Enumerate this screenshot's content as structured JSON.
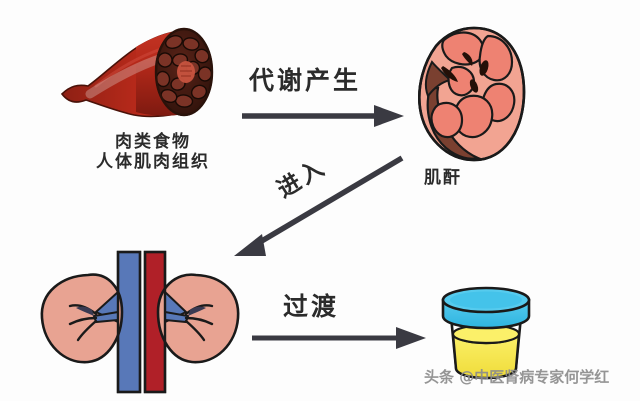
{
  "diagram": {
    "title": "creatinine-metabolism-pathway",
    "nodes": [
      {
        "id": "muscle",
        "icon": "muscle-bundle-icon",
        "caption_line1": "肉类食物",
        "caption_line2": "人体肌肉组织"
      },
      {
        "id": "kidney-section",
        "icon": "kidney-cross-section-icon",
        "caption": "肌酐"
      },
      {
        "id": "kidneys-pair",
        "icon": "kidneys-with-vessels-icon",
        "caption": ""
      },
      {
        "id": "urine-cup",
        "icon": "urine-specimen-cup-icon",
        "caption": ""
      }
    ],
    "arrows": [
      {
        "id": "arrow-top",
        "label": "代谢产生",
        "direction": "right"
      },
      {
        "id": "arrow-diagonal",
        "label": "进入",
        "direction": "down-left"
      },
      {
        "id": "arrow-bottom",
        "label": "过渡",
        "direction": "right"
      }
    ]
  },
  "watermark": {
    "text": "头条 @中医肾病专家何学红"
  },
  "colors": {
    "muscle_red": "#B02418",
    "muscle_dark": "#2a1b15",
    "muscle_fascicle": "#7b3326",
    "kidney_pink": "#F2A492",
    "kidney_lobe": "#EE8272",
    "kidney_cortex_dark": "#7a4030",
    "kidney_body": "#E8A392",
    "vein_blue": "#5878B8",
    "artery_red": "#B02028",
    "arrow_dark": "#3A3A42",
    "cup_lid": "#3FC0E8",
    "cup_urine": "#F5E450",
    "outline": "#1a1a1a",
    "text": "#2b2b2b",
    "watermark_gray": "#8d8d8d",
    "background": "#fdfdfd"
  }
}
